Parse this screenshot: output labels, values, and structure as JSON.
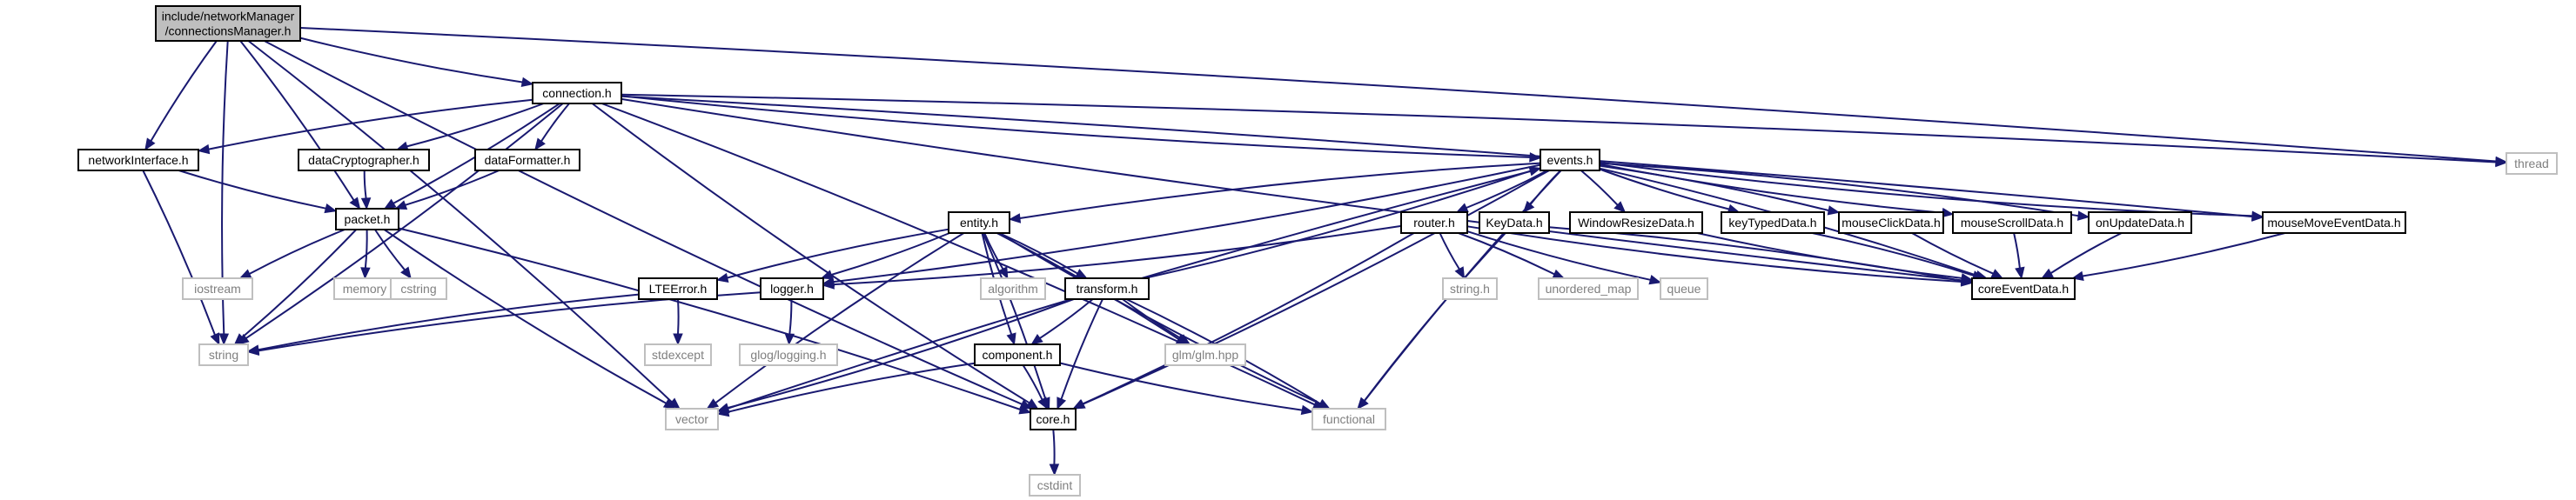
{
  "colors": {
    "edge": "#191970",
    "root_fill": "#bfbfbf",
    "system_border": "#bfbfbf",
    "system_text": "#7f7f7f"
  },
  "nodes": [
    {
      "id": "root",
      "kind": "root",
      "lines": [
        "include/networkManager",
        "/connectionsManager.h"
      ]
    },
    {
      "id": "connection",
      "kind": "local",
      "lines": [
        "connection.h"
      ]
    },
    {
      "id": "thread",
      "kind": "system",
      "lines": [
        "thread"
      ]
    },
    {
      "id": "networkInterface",
      "kind": "local",
      "lines": [
        "networkInterface.h"
      ]
    },
    {
      "id": "dataCryptographer",
      "kind": "local",
      "lines": [
        "dataCryptographer.h"
      ]
    },
    {
      "id": "dataFormatter",
      "kind": "local",
      "lines": [
        "dataFormatter.h"
      ]
    },
    {
      "id": "events",
      "kind": "local",
      "lines": [
        "events.h"
      ]
    },
    {
      "id": "packet",
      "kind": "local",
      "lines": [
        "packet.h"
      ]
    },
    {
      "id": "entity",
      "kind": "local",
      "lines": [
        "entity.h"
      ]
    },
    {
      "id": "router",
      "kind": "local",
      "lines": [
        "router.h"
      ]
    },
    {
      "id": "keyData",
      "kind": "local",
      "lines": [
        "KeyData.h"
      ]
    },
    {
      "id": "windowResize",
      "kind": "local",
      "lines": [
        "WindowResizeData.h"
      ]
    },
    {
      "id": "keyTyped",
      "kind": "local",
      "lines": [
        "keyTypedData.h"
      ]
    },
    {
      "id": "mouseClick",
      "kind": "local",
      "lines": [
        "mouseClickData.h"
      ]
    },
    {
      "id": "mouseScroll",
      "kind": "local",
      "lines": [
        "mouseScrollData.h"
      ]
    },
    {
      "id": "onUpdate",
      "kind": "local",
      "lines": [
        "onUpdateData.h"
      ]
    },
    {
      "id": "mouseMove",
      "kind": "local",
      "lines": [
        "mouseMoveEventData.h"
      ]
    },
    {
      "id": "iostream",
      "kind": "system",
      "lines": [
        "iostream"
      ]
    },
    {
      "id": "memory",
      "kind": "system",
      "lines": [
        "memory"
      ]
    },
    {
      "id": "cstring",
      "kind": "system",
      "lines": [
        "cstring"
      ]
    },
    {
      "id": "lteError",
      "kind": "local",
      "lines": [
        "LTEError.h"
      ]
    },
    {
      "id": "logger",
      "kind": "local",
      "lines": [
        "logger.h"
      ]
    },
    {
      "id": "algorithm",
      "kind": "system",
      "lines": [
        "algorithm"
      ]
    },
    {
      "id": "transform",
      "kind": "local",
      "lines": [
        "transform.h"
      ]
    },
    {
      "id": "stringh",
      "kind": "system",
      "lines": [
        "string.h"
      ]
    },
    {
      "id": "unorderedMap",
      "kind": "system",
      "lines": [
        "unordered_map"
      ]
    },
    {
      "id": "queue",
      "kind": "system",
      "lines": [
        "queue"
      ]
    },
    {
      "id": "coreEventData",
      "kind": "local",
      "lines": [
        "coreEventData.h"
      ]
    },
    {
      "id": "string",
      "kind": "system",
      "lines": [
        "string"
      ]
    },
    {
      "id": "stdexcept",
      "kind": "system",
      "lines": [
        "stdexcept"
      ]
    },
    {
      "id": "glog",
      "kind": "system",
      "lines": [
        "glog/logging.h"
      ]
    },
    {
      "id": "component",
      "kind": "local",
      "lines": [
        "component.h"
      ]
    },
    {
      "id": "glm",
      "kind": "system",
      "lines": [
        "glm/glm.hpp"
      ]
    },
    {
      "id": "vector",
      "kind": "system",
      "lines": [
        "vector"
      ]
    },
    {
      "id": "core",
      "kind": "local",
      "lines": [
        "core.h"
      ]
    },
    {
      "id": "functional",
      "kind": "system",
      "lines": [
        "functional"
      ]
    },
    {
      "id": "cstdint",
      "kind": "system",
      "lines": [
        "cstdint"
      ]
    }
  ],
  "edges": [
    {
      "from": "root",
      "to": "connection"
    },
    {
      "from": "root",
      "to": "thread"
    },
    {
      "from": "root",
      "to": "networkInterface"
    },
    {
      "from": "root",
      "to": "packet"
    },
    {
      "from": "root",
      "to": "string"
    },
    {
      "from": "root",
      "to": "vector"
    },
    {
      "from": "root",
      "to": "core"
    },
    {
      "from": "connection",
      "to": "thread"
    },
    {
      "from": "connection",
      "to": "networkInterface"
    },
    {
      "from": "connection",
      "to": "dataCryptographer"
    },
    {
      "from": "connection",
      "to": "dataFormatter"
    },
    {
      "from": "connection",
      "to": "packet"
    },
    {
      "from": "connection",
      "to": "events"
    },
    {
      "from": "connection",
      "to": "string"
    },
    {
      "from": "connection",
      "to": "core"
    },
    {
      "from": "connection",
      "to": "functional"
    },
    {
      "from": "connection",
      "to": "coreEventData"
    },
    {
      "from": "connection",
      "to": "mouseMove"
    },
    {
      "from": "networkInterface",
      "to": "packet"
    },
    {
      "from": "networkInterface",
      "to": "string"
    },
    {
      "from": "dataCryptographer",
      "to": "packet"
    },
    {
      "from": "dataFormatter",
      "to": "packet"
    },
    {
      "from": "packet",
      "to": "iostream"
    },
    {
      "from": "packet",
      "to": "memory"
    },
    {
      "from": "packet",
      "to": "cstring"
    },
    {
      "from": "packet",
      "to": "string"
    },
    {
      "from": "packet",
      "to": "vector"
    },
    {
      "from": "packet",
      "to": "core"
    },
    {
      "from": "events",
      "to": "entity"
    },
    {
      "from": "events",
      "to": "router"
    },
    {
      "from": "events",
      "to": "keyData"
    },
    {
      "from": "events",
      "to": "windowResize"
    },
    {
      "from": "events",
      "to": "keyTyped"
    },
    {
      "from": "events",
      "to": "mouseClick"
    },
    {
      "from": "events",
      "to": "mouseScroll"
    },
    {
      "from": "events",
      "to": "onUpdate"
    },
    {
      "from": "events",
      "to": "mouseMove"
    },
    {
      "from": "events",
      "to": "logger"
    },
    {
      "from": "events",
      "to": "vector"
    },
    {
      "from": "events",
      "to": "core"
    },
    {
      "from": "events",
      "to": "functional"
    },
    {
      "from": "events",
      "to": "coreEventData"
    },
    {
      "from": "entity",
      "to": "lteError"
    },
    {
      "from": "entity",
      "to": "logger"
    },
    {
      "from": "entity",
      "to": "algorithm"
    },
    {
      "from": "entity",
      "to": "transform"
    },
    {
      "from": "entity",
      "to": "component"
    },
    {
      "from": "entity",
      "to": "glm"
    },
    {
      "from": "entity",
      "to": "vector"
    },
    {
      "from": "entity",
      "to": "core"
    },
    {
      "from": "entity",
      "to": "functional"
    },
    {
      "from": "router",
      "to": "logger"
    },
    {
      "from": "router",
      "to": "stringh"
    },
    {
      "from": "router",
      "to": "unorderedMap"
    },
    {
      "from": "router",
      "to": "queue"
    },
    {
      "from": "router",
      "to": "core"
    },
    {
      "from": "router",
      "to": "coreEventData"
    },
    {
      "from": "keyData",
      "to": "coreEventData"
    },
    {
      "from": "windowResize",
      "to": "coreEventData"
    },
    {
      "from": "keyTyped",
      "to": "coreEventData"
    },
    {
      "from": "mouseClick",
      "to": "coreEventData"
    },
    {
      "from": "mouseScroll",
      "to": "coreEventData"
    },
    {
      "from": "onUpdate",
      "to": "coreEventData"
    },
    {
      "from": "mouseMove",
      "to": "coreEventData"
    },
    {
      "from": "lteError",
      "to": "string"
    },
    {
      "from": "lteError",
      "to": "stdexcept"
    },
    {
      "from": "logger",
      "to": "string"
    },
    {
      "from": "logger",
      "to": "glog"
    },
    {
      "from": "transform",
      "to": "events"
    },
    {
      "from": "transform",
      "to": "component"
    },
    {
      "from": "transform",
      "to": "glm"
    },
    {
      "from": "transform",
      "to": "vector"
    },
    {
      "from": "transform",
      "to": "core"
    },
    {
      "from": "transform",
      "to": "functional"
    },
    {
      "from": "component",
      "to": "vector"
    },
    {
      "from": "component",
      "to": "core"
    },
    {
      "from": "component",
      "to": "functional"
    },
    {
      "from": "core",
      "to": "cstdint"
    },
    {
      "from": "keyData",
      "to": "functional"
    }
  ]
}
